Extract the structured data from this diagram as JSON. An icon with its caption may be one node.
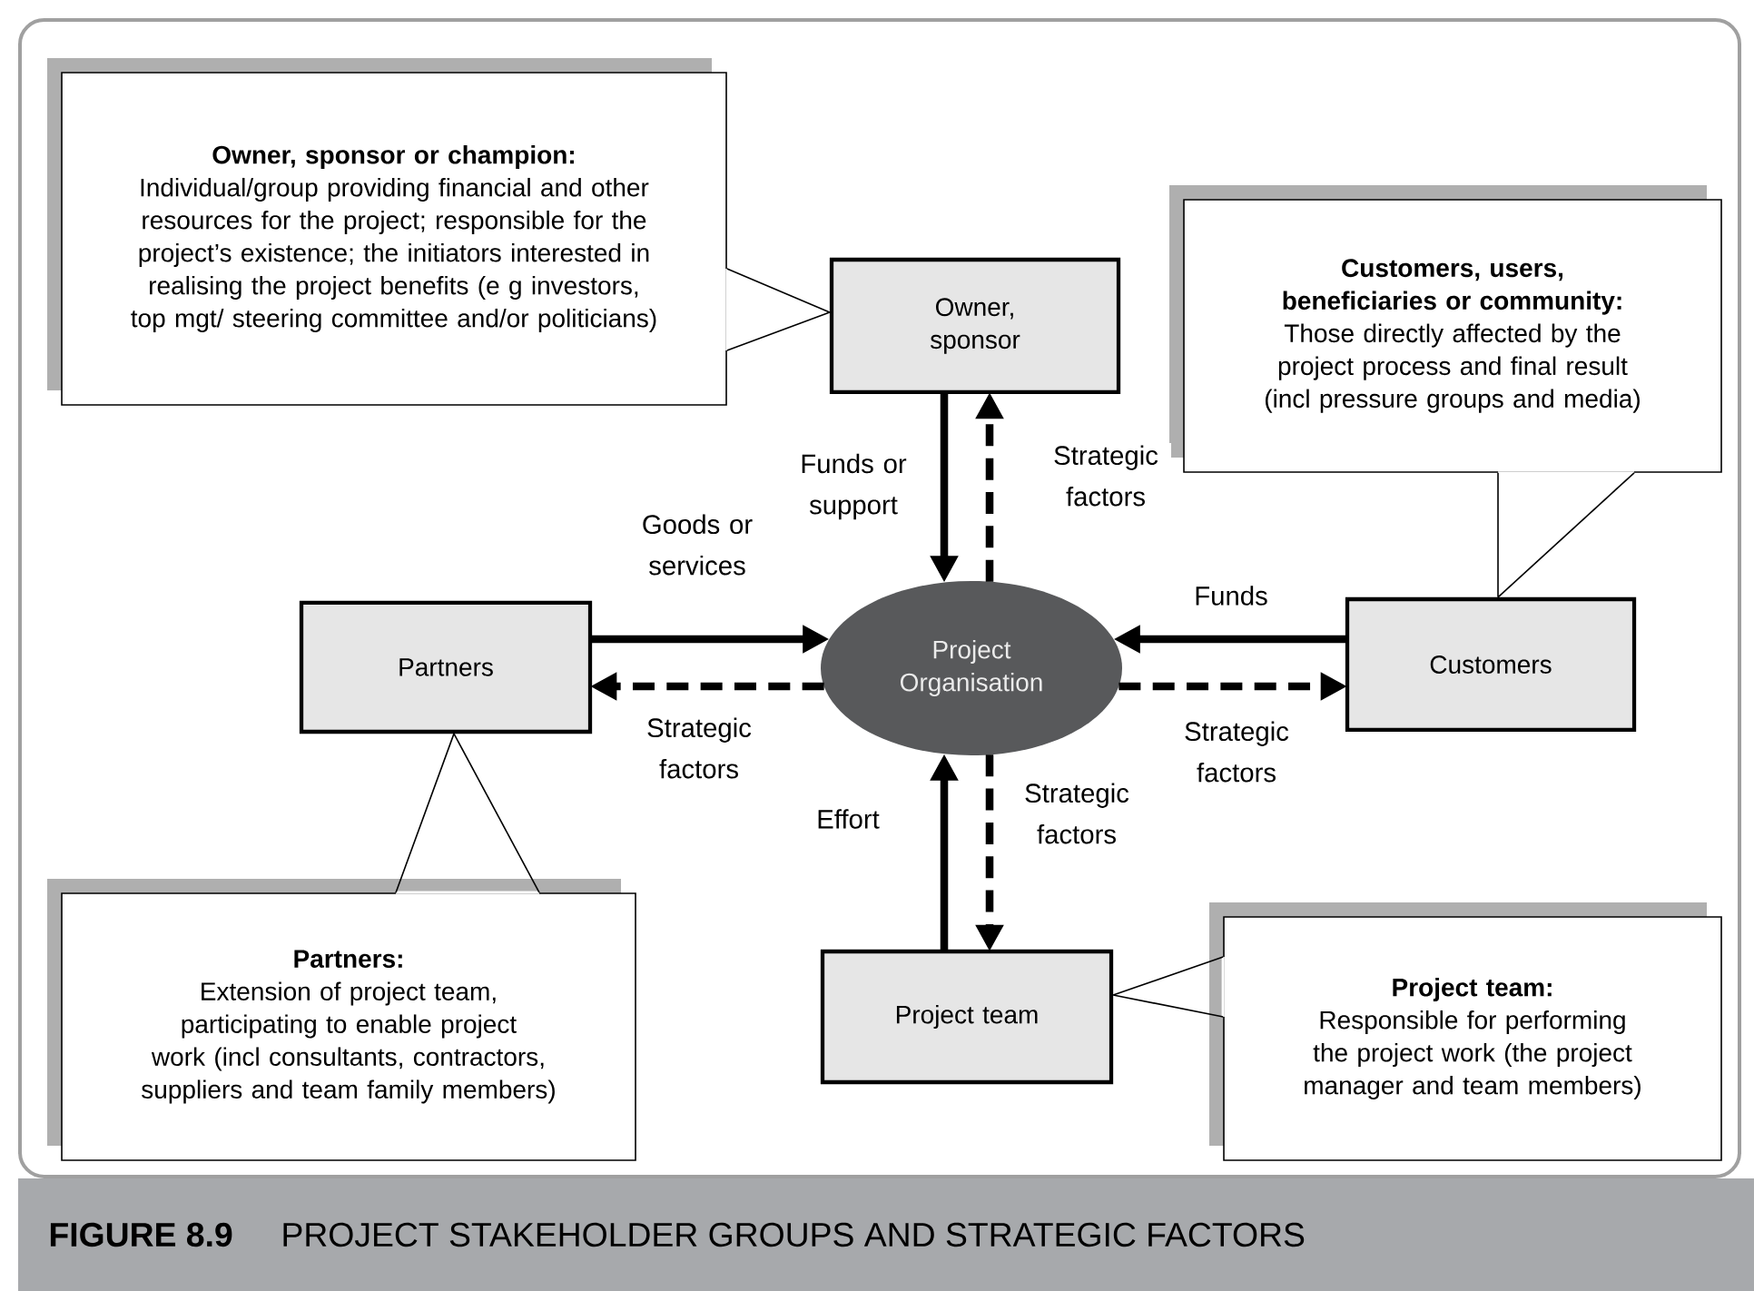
{
  "diagram": {
    "caption": "PROJECT STAKEHOLDER GROUPS AND STRATEGIC FACTORS",
    "nodes": [
      {
        "text": [
          "Owner, sponsor or champion:",
          "Individual/group providing financial and other resources for the project; responsible for the project’s existence; the initiators interested in realising the project benefits (e g investors, top mgt/ steering committee and/or politicians)"
        ]
      },
      {
        "text": [
          "Owner, sponsor"
        ]
      },
      {
        "text": [
          "Customers, users, beneficiaries or community:",
          "Those directly affected by the project process and final result (incl pressure groups and media)"
        ]
      },
      {
        "text": [
          "Partners"
        ]
      },
      {
        "text": [
          "Project Organisation"
        ]
      },
      {
        "text": [
          "Customers"
        ]
      },
      {
        "text": [
          "Partners:",
          "Extension of project team, participating to enable project work (incl consultants, contractors, suppliers and team family members)"
        ]
      },
      {
        "text": [
          "Project team"
        ]
      },
      {
        "text": [
          "Project team:",
          "Responsible for performing the project work (the project manager and team members)"
        ]
      }
    ],
    "edges": [
      {
        "from": 1,
        "to": 4,
        "arrow": "to",
        "label": "Funds or support"
      },
      {
        "from": 4,
        "to": 1,
        "arrow": "to",
        "label": "Strategic factors",
        "style": "dashed"
      },
      {
        "from": 3,
        "to": 4,
        "arrow": "to",
        "label": "Goods or services"
      },
      {
        "from": 4,
        "to": 3,
        "arrow": "to",
        "label": "Strategic factors",
        "style": "dashed"
      },
      {
        "from": 5,
        "to": 4,
        "arrow": "to",
        "label": "Funds"
      },
      {
        "from": 4,
        "to": 5,
        "arrow": "to",
        "label": "Strategic factors",
        "style": "dashed"
      },
      {
        "from": 7,
        "to": 4,
        "arrow": "to",
        "label": "Effort"
      },
      {
        "from": 4,
        "to": 7,
        "arrow": "to",
        "label": "Strategic factors",
        "style": "dashed"
      },
      {
        "from": 0,
        "to": 1,
        "arrow": "none"
      },
      {
        "from": 2,
        "to": 5,
        "arrow": "none"
      },
      {
        "from": 6,
        "to": 3,
        "arrow": "none"
      },
      {
        "from": 8,
        "to": 7,
        "arrow": "none"
      }
    ],
    "labels": [
      "FIGURE 8.9"
    ]
  }
}
